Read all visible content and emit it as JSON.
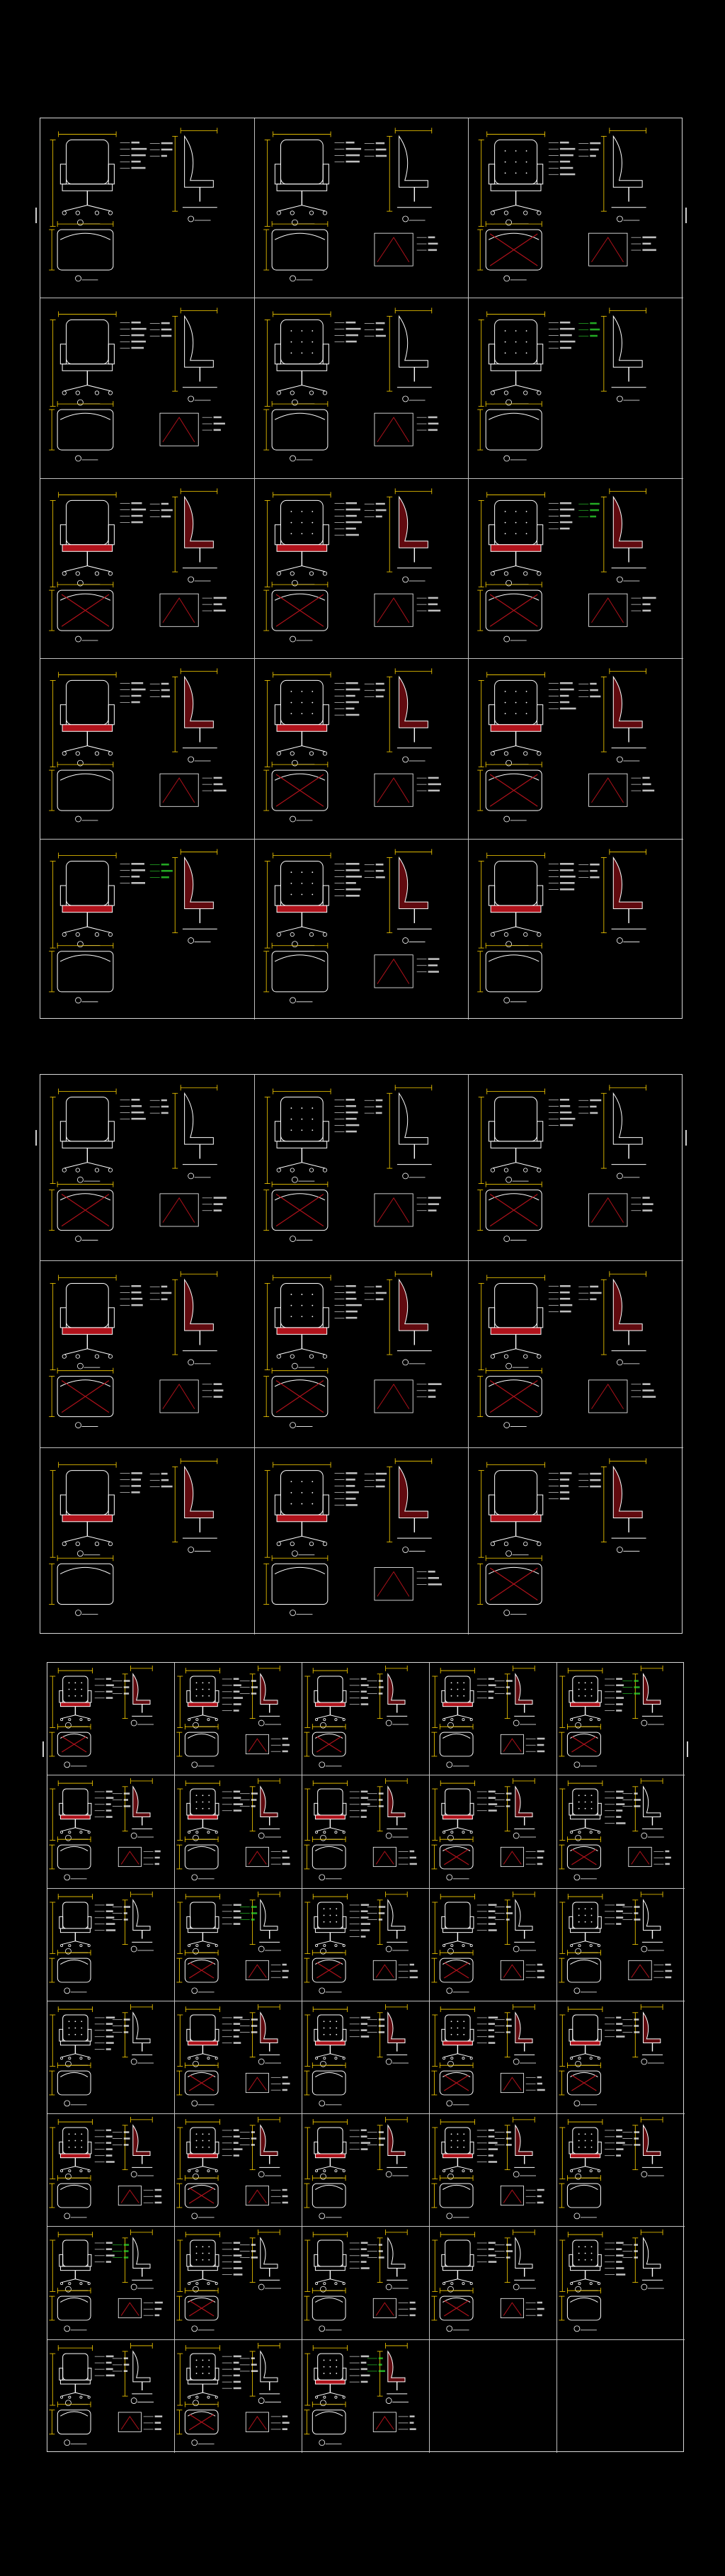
{
  "colors": {
    "background": "#000000",
    "border": "#d8d8d8",
    "drawing": "#ffffff",
    "dimension": "#ffd400",
    "accent_fill": "#b0121b",
    "callout": "#2fe02f"
  },
  "sheets": [
    {
      "id": "sheet-1",
      "cols": 3,
      "rows": 5,
      "empty_cells": []
    },
    {
      "id": "sheet-2",
      "cols": 3,
      "rows": 3,
      "empty_cells": []
    },
    {
      "id": "sheet-3",
      "cols": 5,
      "rows": 7,
      "empty_cells": [
        33,
        34
      ]
    }
  ]
}
